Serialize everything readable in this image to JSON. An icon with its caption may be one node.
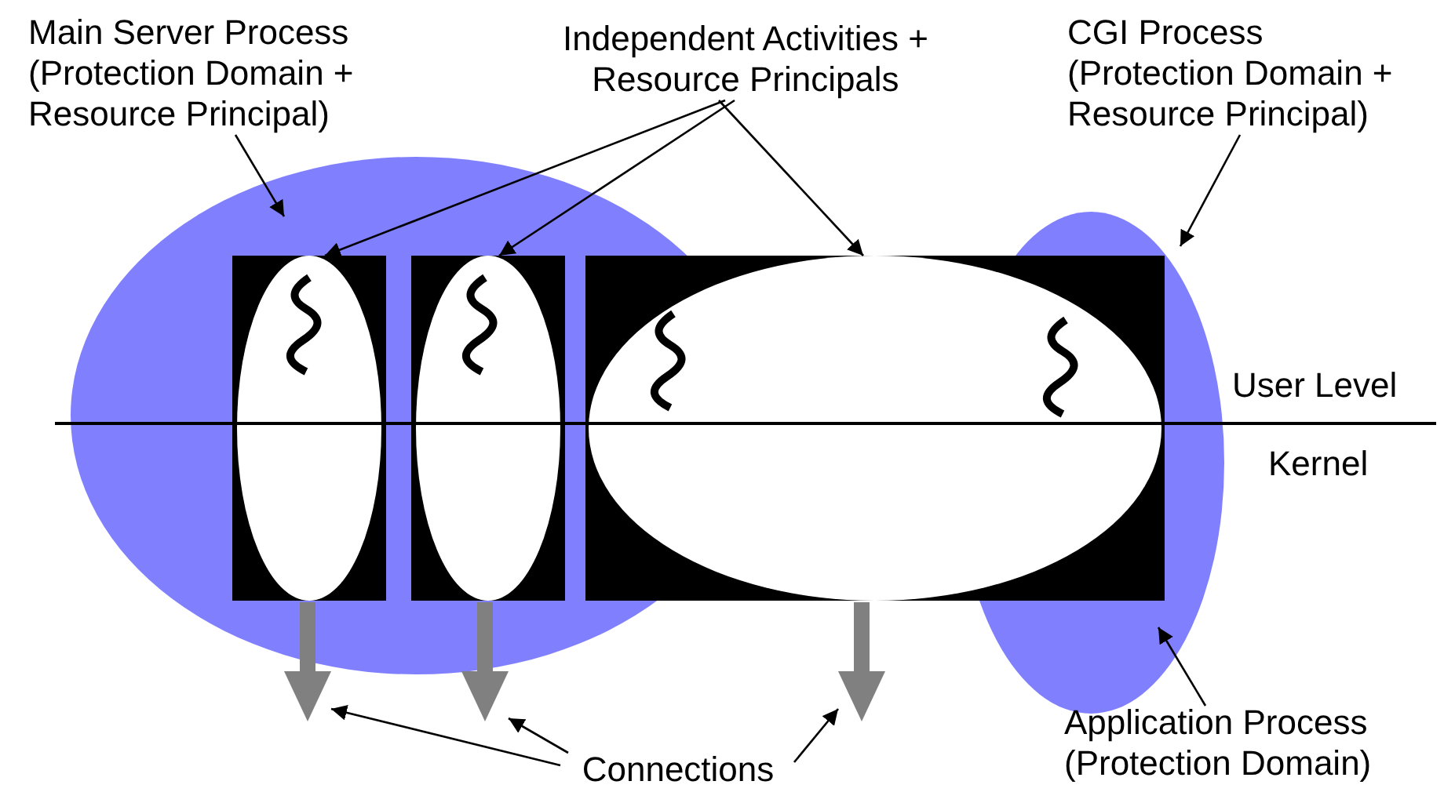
{
  "diagram": {
    "nodes": [
      {
        "text": [
          "Main Server Process (Protection Domain + Resource Principal)"
        ]
      },
      {
        "text": [
          "Independent Activities + Resource Principals"
        ]
      },
      {
        "text": [
          "CGI Process (Protection Domain + Resource Principal)"
        ]
      },
      {
        "text": [],
        "shape": "ellipse"
      },
      {
        "text": [],
        "shape": "box",
        "in": 3
      },
      {
        "text": [],
        "shape": "ellipse",
        "in": 4
      },
      {
        "text": [],
        "shape": "box",
        "in": 3
      },
      {
        "text": [],
        "shape": "ellipse",
        "in": 6
      },
      {
        "text": [],
        "shape": "box"
      },
      {
        "text": [],
        "shape": "ellipse",
        "in": 8
      },
      {
        "text": [],
        "shape": "ellipse"
      },
      {
        "text": [],
        "shape": "arrow"
      },
      {
        "text": [],
        "shape": "arrow"
      },
      {
        "text": [],
        "shape": "arrow"
      },
      {
        "text": [
          "Connections"
        ]
      },
      {
        "text": [
          "Application Process (Protection Domain)"
        ]
      }
    ],
    "edges": [
      {
        "from": 0,
        "to": 3,
        "arrow": "to"
      },
      {
        "from": 1,
        "to": 5,
        "arrow": "to"
      },
      {
        "from": 1,
        "to": 7,
        "arrow": "to"
      },
      {
        "from": 1,
        "to": 9,
        "arrow": "to"
      },
      {
        "from": 2,
        "to": 10,
        "arrow": "to"
      },
      {
        "from": 14,
        "to": 11,
        "arrow": "to"
      },
      {
        "from": 14,
        "to": 12,
        "arrow": "to"
      },
      {
        "from": 14,
        "to": 13,
        "arrow": "to"
      },
      {
        "from": 15,
        "to": 10,
        "arrow": "to"
      }
    ],
    "labels": [
      "User Level",
      "Kernel"
    ]
  }
}
